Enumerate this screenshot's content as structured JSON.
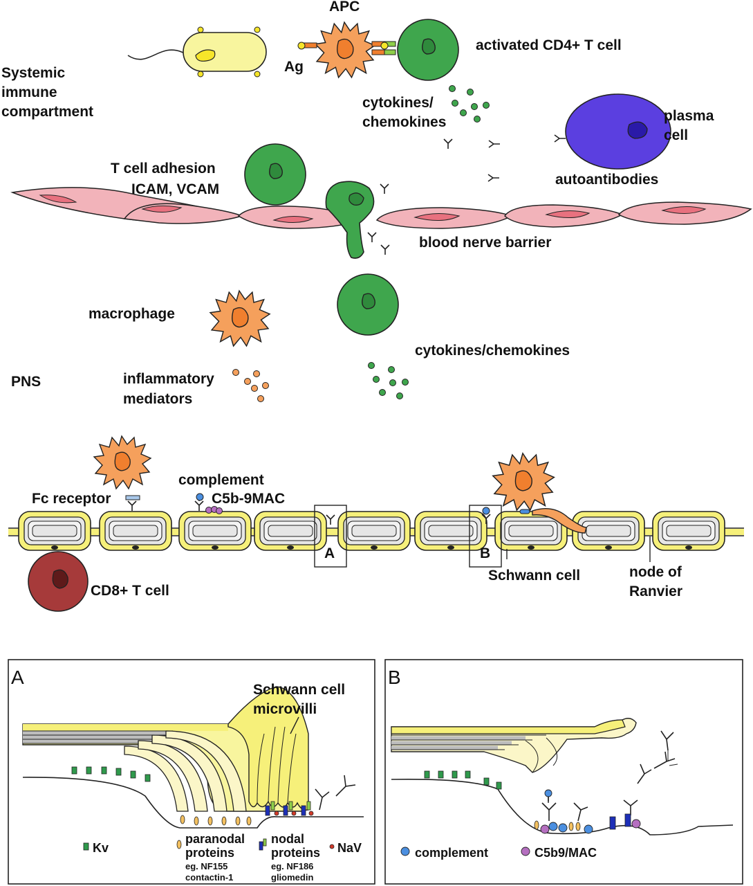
{
  "colors": {
    "t_cell": "#3fa64d",
    "t_cell_nucleus": "#2f8a3c",
    "apc": "#f5a05c",
    "apc_nucleus": "#f07f2e",
    "bacterium": "#f8f59e",
    "plasma_cell": "#5b3fe0",
    "cd8_cell": "#a63a3a",
    "endothelium": "#f2b3ba",
    "endothelium_nucleus": "#e8717f",
    "myelin": "#f6f07a",
    "axon_lines": "#bdbdbd",
    "complement": "#4b8fe0",
    "mac": "#b56fc0",
    "kv": "#2f9a4c",
    "nodal": "#1d2fb8",
    "nav": "#d23b2b"
  },
  "top": {
    "apc_label": "APC",
    "ag_label": "Ag",
    "activated_t_label": "activated CD4+ T cell",
    "systemic_label": [
      "Systemic",
      "immune",
      "compartment"
    ],
    "cytokines_top": [
      "cytokines/",
      "chemokines"
    ],
    "plasma_label": [
      "plasma",
      "cell"
    ],
    "autoantibodies_label": "autoantibodies",
    "t_adhesion_label": [
      "T cell adhesion",
      "ICAM, VCAM"
    ],
    "bnb_label": "blood nerve barrier"
  },
  "pns": {
    "macrophage_label": "macrophage",
    "cytokines_label": "cytokines/chemokines",
    "pns_label": "PNS",
    "inflammatory_label": [
      "inflammatory",
      "mediators"
    ],
    "fc_receptor_label": "Fc receptor",
    "complement_label": "complement",
    "c5b9_label": "C5b-9MAC",
    "box_a_label": "A",
    "box_b_label": "B",
    "schwann_label": "Schwann cell",
    "node_label": [
      "node of",
      "Ranvier"
    ],
    "cd8_label": "CD8+ T cell"
  },
  "panel_a": {
    "letter": "A",
    "microvilli_label": [
      "Schwann cell",
      "microvilli"
    ],
    "kv_label": "Kv",
    "paranodal_label": [
      "paranodal",
      "proteins"
    ],
    "paranodal_examples": [
      "eg. NF155",
      "contactin-1"
    ],
    "nodal_label": [
      "nodal",
      "proteins"
    ],
    "nodal_examples": [
      "eg. NF186",
      "gliomedin"
    ],
    "nav_label": "NaV"
  },
  "panel_b": {
    "letter": "B",
    "complement_legend": "complement",
    "mac_legend": "C5b9/MAC"
  }
}
